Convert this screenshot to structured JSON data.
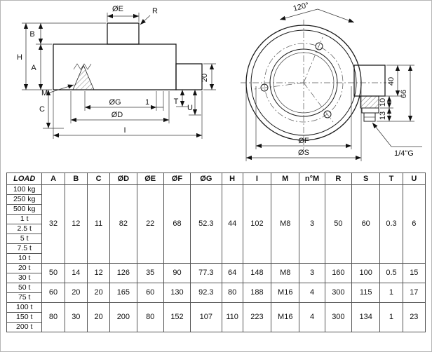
{
  "drawing": {
    "side": {
      "oe": "ØE",
      "r": "R",
      "b": "B",
      "h": "H",
      "a": "A",
      "m": "M",
      "c": "C",
      "og": "ØG",
      "one": "1",
      "od": "ØD",
      "i": "I",
      "t": "T",
      "u": "U",
      "twenty": "20"
    },
    "top": {
      "angle": "120°",
      "of": "ØF",
      "os": "ØS",
      "forty": "40",
      "sixtysix": "66",
      "ten": "10",
      "thirteen": "13",
      "thread": "1/4\"G"
    }
  },
  "table": {
    "headers": [
      "LOAD",
      "A",
      "B",
      "C",
      "ØD",
      "ØE",
      "ØF",
      "ØG",
      "H",
      "I",
      "M",
      "n°M",
      "R",
      "S",
      "T",
      "U"
    ],
    "loads": [
      "100 kg",
      "250 kg",
      "500 kg",
      "1 t",
      "2.5 t",
      "5 t",
      "7.5 t",
      "10 t",
      "20 t",
      "30 t",
      "50 t",
      "75 t",
      "100 t",
      "150 t",
      "200 t"
    ],
    "groups": [
      {
        "rows": 8,
        "values": [
          "32",
          "12",
          "11",
          "82",
          "22",
          "68",
          "52.3",
          "44",
          "102",
          "M8",
          "3",
          "50",
          "60",
          "0.3",
          "6"
        ]
      },
      {
        "rows": 2,
        "values": [
          "50",
          "14",
          "12",
          "126",
          "35",
          "90",
          "77.3",
          "64",
          "148",
          "M8",
          "3",
          "160",
          "100",
          "0.5",
          "15"
        ]
      },
      {
        "rows": 2,
        "values": [
          "60",
          "20",
          "20",
          "165",
          "60",
          "130",
          "92.3",
          "80",
          "188",
          "M16",
          "4",
          "300",
          "115",
          "1",
          "17"
        ]
      },
      {
        "rows": 3,
        "values": [
          "80",
          "30",
          "20",
          "200",
          "80",
          "152",
          "107",
          "110",
          "223",
          "M16",
          "4",
          "300",
          "134",
          "1",
          "23"
        ]
      }
    ]
  }
}
